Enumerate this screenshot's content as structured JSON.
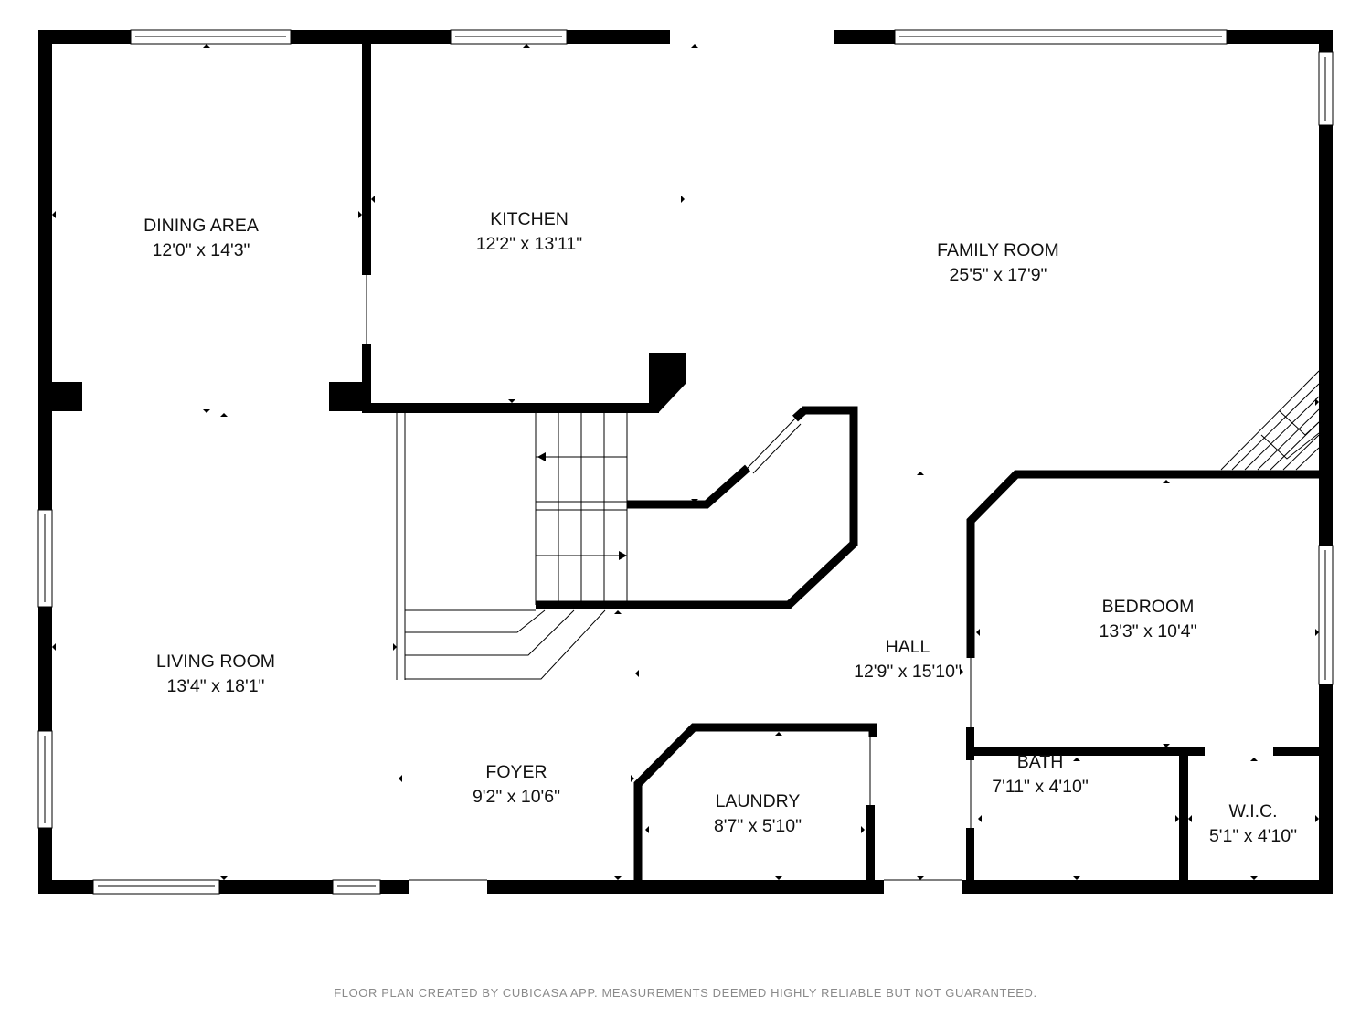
{
  "rooms": {
    "dining": {
      "name": "DINING AREA",
      "dim": "12'0\" x 14'3\""
    },
    "kitchen": {
      "name": "KITCHEN",
      "dim": "12'2\" x 13'11\""
    },
    "family": {
      "name": "FAMILY ROOM",
      "dim": "25'5\" x 17'9\""
    },
    "living": {
      "name": "LIVING ROOM",
      "dim": "13'4\" x 18'1\""
    },
    "foyer": {
      "name": "FOYER",
      "dim": "9'2\" x 10'6\""
    },
    "hall": {
      "name": "HALL",
      "dim": "12'9\" x 15'10\""
    },
    "laundry": {
      "name": "LAUNDRY",
      "dim": "8'7\" x 5'10\""
    },
    "bedroom": {
      "name": "BEDROOM",
      "dim": "13'3\" x 10'4\""
    },
    "bath": {
      "name": "BATH",
      "dim": "7'11\" x 4'10\""
    },
    "wic": {
      "name": "W.I.C.",
      "dim": "5'1\" x 4'10\""
    }
  },
  "footer": "FLOOR PLAN CREATED BY CUBICASA APP. MEASUREMENTS DEEMED HIGHLY RELIABLE BUT NOT GUARANTEED."
}
